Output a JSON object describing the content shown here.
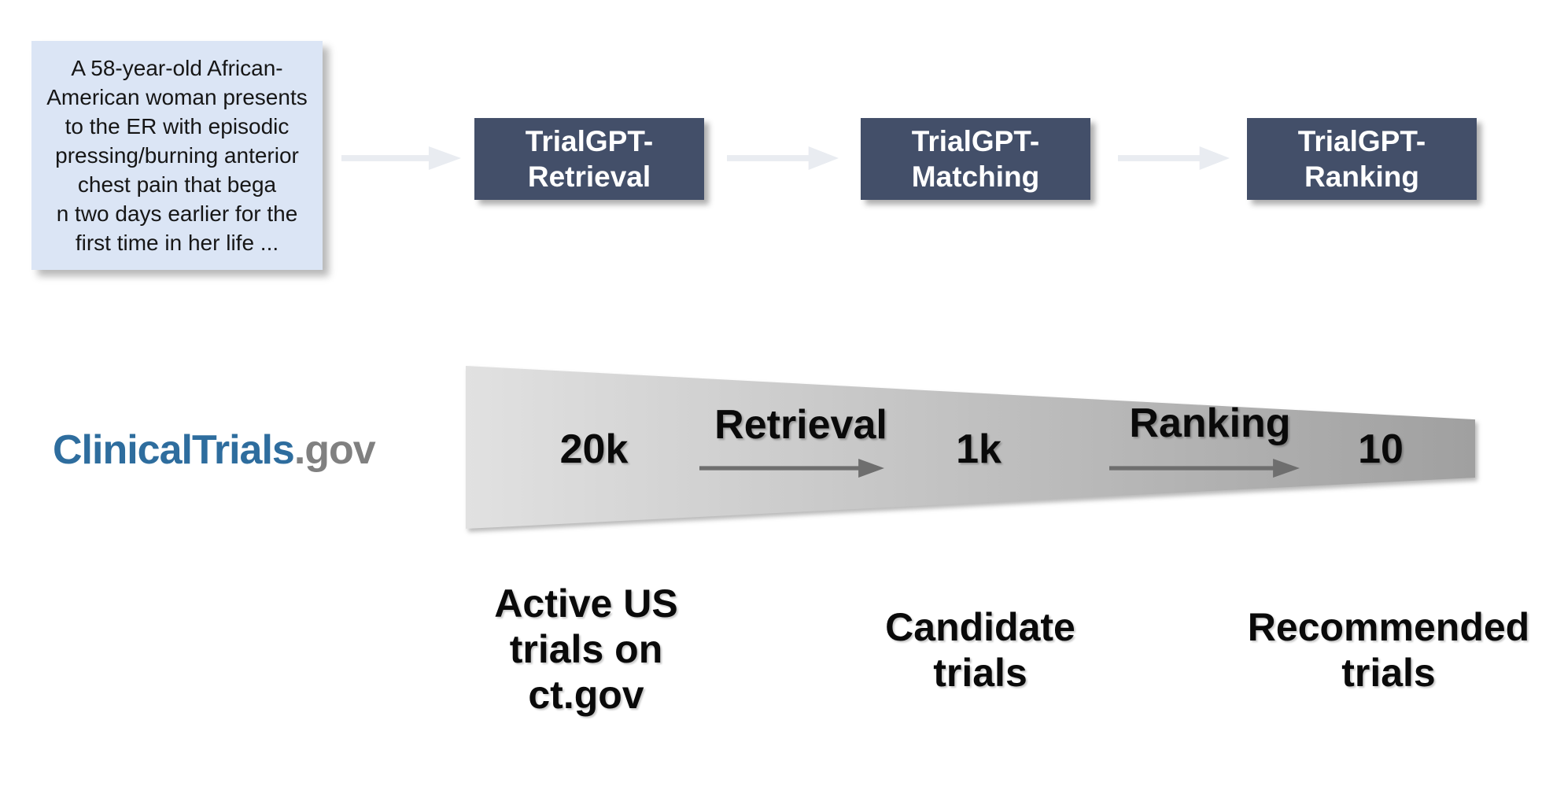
{
  "patient_note": {
    "lines": [
      "A 58-year-old African-",
      "American woman presents",
      "to the ER with episodic",
      "pressing/burning anterior",
      "chest pain that bega",
      "n two days earlier for the",
      "first time in her life ..."
    ]
  },
  "pipeline": {
    "stages": [
      {
        "line1": "TrialGPT-",
        "line2": "Retrieval"
      },
      {
        "line1": "TrialGPT-",
        "line2": "Matching"
      },
      {
        "line1": "TrialGPT-",
        "line2": "Ranking"
      }
    ]
  },
  "logo": {
    "name": "ClinicalTrials",
    "tld": ".gov"
  },
  "funnel": {
    "counts": {
      "start": "20k",
      "middle": "1k",
      "end": "10"
    },
    "transitions": [
      {
        "label": "Retrieval"
      },
      {
        "label": "Ranking"
      }
    ]
  },
  "captions": [
    {
      "lines": [
        "Active US",
        "trials on",
        "ct.gov"
      ]
    },
    {
      "lines": [
        "Candidate",
        "trials"
      ]
    },
    {
      "lines": [
        "Recommended",
        "trials"
      ]
    }
  ],
  "colors": {
    "stage_box": "#434f69",
    "stage_text": "#ffffff",
    "note_bg": "#dbe5f5",
    "flow_arrow": "#e9ecf1",
    "funnel_gradient_start": "#e1e1e1",
    "funnel_gradient_end": "#a0a0a0",
    "funnel_arrow": "#6e6e6e",
    "logo_blue": "#2e6d9e",
    "logo_gray": "#808080"
  }
}
